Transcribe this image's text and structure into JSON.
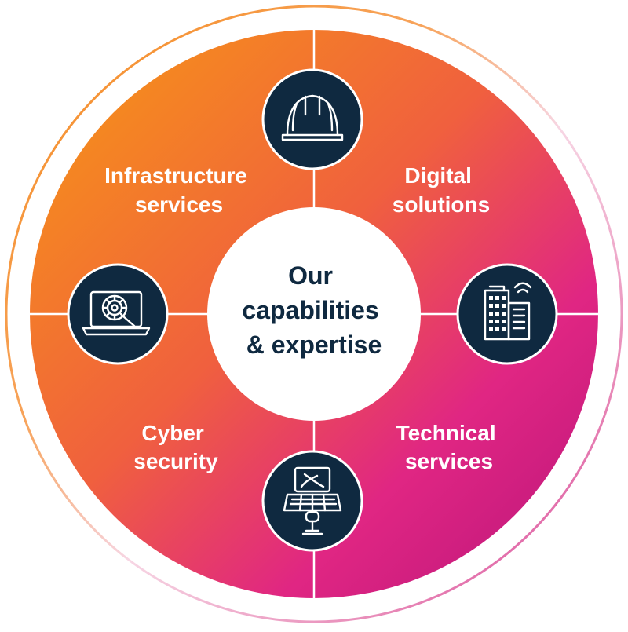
{
  "diagram": {
    "center": {
      "lines": [
        "Our",
        "capabilities",
        "& expertise"
      ]
    },
    "quadrants": [
      {
        "position": "top-left",
        "lines": [
          "Infrastructure",
          "services"
        ]
      },
      {
        "position": "top-right",
        "lines": [
          "Digital",
          "solutions"
        ]
      },
      {
        "position": "bottom-left",
        "lines": [
          "Cyber",
          "security"
        ]
      },
      {
        "position": "bottom-right",
        "lines": [
          "Technical",
          "services"
        ]
      }
    ],
    "icons": [
      {
        "position": "top",
        "name": "hard-hat-icon"
      },
      {
        "position": "left",
        "name": "laptop-gear-magnifier-icon"
      },
      {
        "position": "right",
        "name": "smart-building-icon"
      },
      {
        "position": "bottom",
        "name": "control-station-icon"
      }
    ],
    "colors": {
      "orange": "#f58a1f",
      "magenta": "#e02683",
      "deep_magenta": "#b8147a",
      "navy": "#0f2940",
      "white": "#ffffff"
    }
  }
}
